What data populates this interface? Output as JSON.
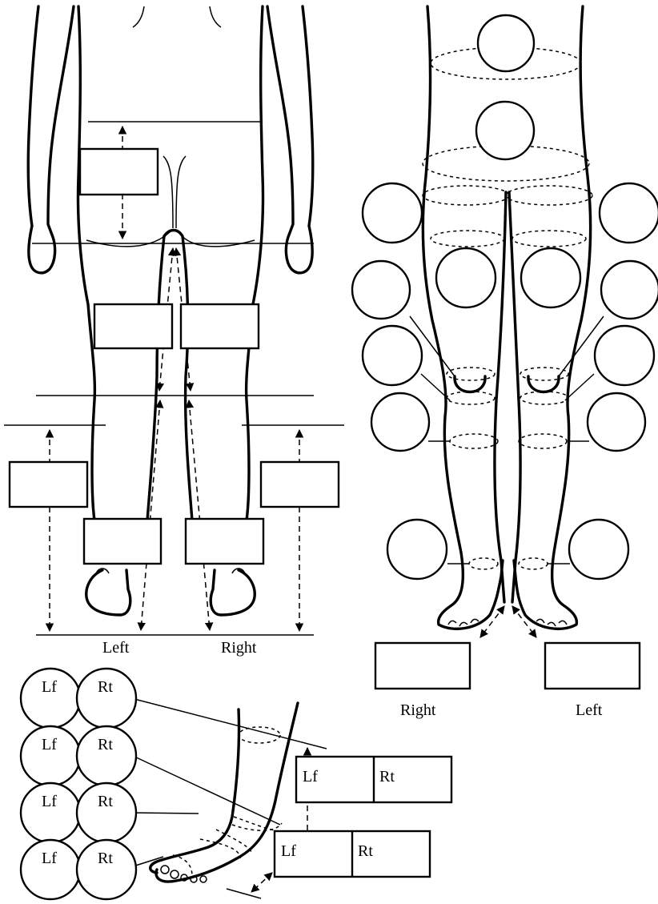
{
  "back_view": {
    "left_label": "Left",
    "right_label": "Right"
  },
  "front_view": {
    "right_label": "Right",
    "left_label": "Left"
  },
  "foot_view": {
    "left_short": "Lf",
    "right_short": "Rt",
    "box_upper": {
      "left": "Lf",
      "right": "Rt"
    },
    "box_lower": {
      "left": "Lf",
      "right": "Rt"
    }
  }
}
